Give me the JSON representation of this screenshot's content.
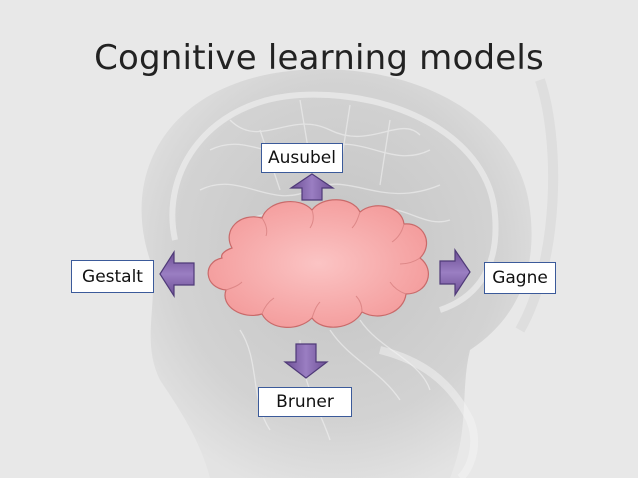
{
  "slide": {
    "title": "Cognitive learning models"
  },
  "center": {
    "shape": "cloud",
    "label": "",
    "fill_color": "#f4a0a0"
  },
  "models": [
    {
      "name": "Ausubel",
      "direction": "up"
    },
    {
      "name": "Gestalt",
      "direction": "left"
    },
    {
      "name": "Gagne",
      "direction": "right"
    },
    {
      "name": "Bruner",
      "direction": "down"
    }
  ],
  "colors": {
    "arrow_fill": "#8064a2",
    "arrow_stroke": "#4f3a78",
    "box_border": "#3b5a9a",
    "background": "#e6e6e6"
  },
  "background_image": "x-ray-skull-icon"
}
